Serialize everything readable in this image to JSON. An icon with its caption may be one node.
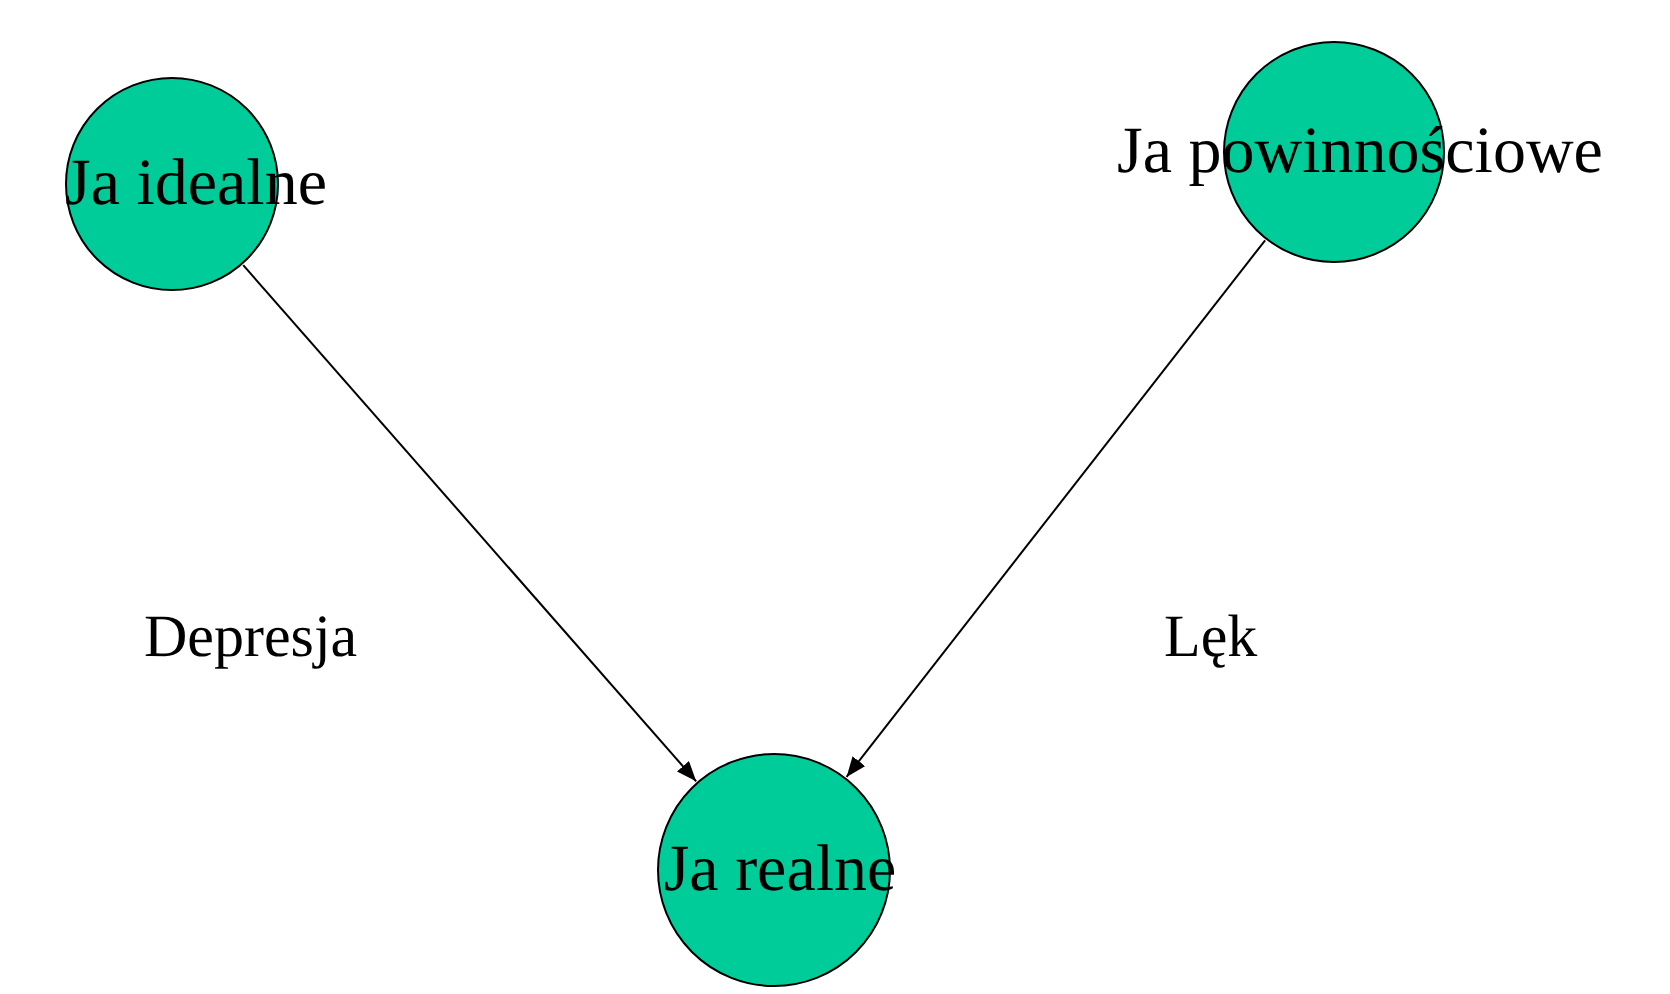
{
  "diagram": {
    "nodes": [
      {
        "text": [
          "Ja idealne"
        ]
      },
      {
        "text": [
          "Ja powinnościowe"
        ]
      },
      {
        "text": [
          "Ja realne"
        ]
      }
    ],
    "edges": [
      {
        "from": 0,
        "to": 2,
        "arrow": "to",
        "label": "Depresja"
      },
      {
        "from": 1,
        "to": 2,
        "arrow": "to",
        "label": "Lęk"
      }
    ]
  }
}
